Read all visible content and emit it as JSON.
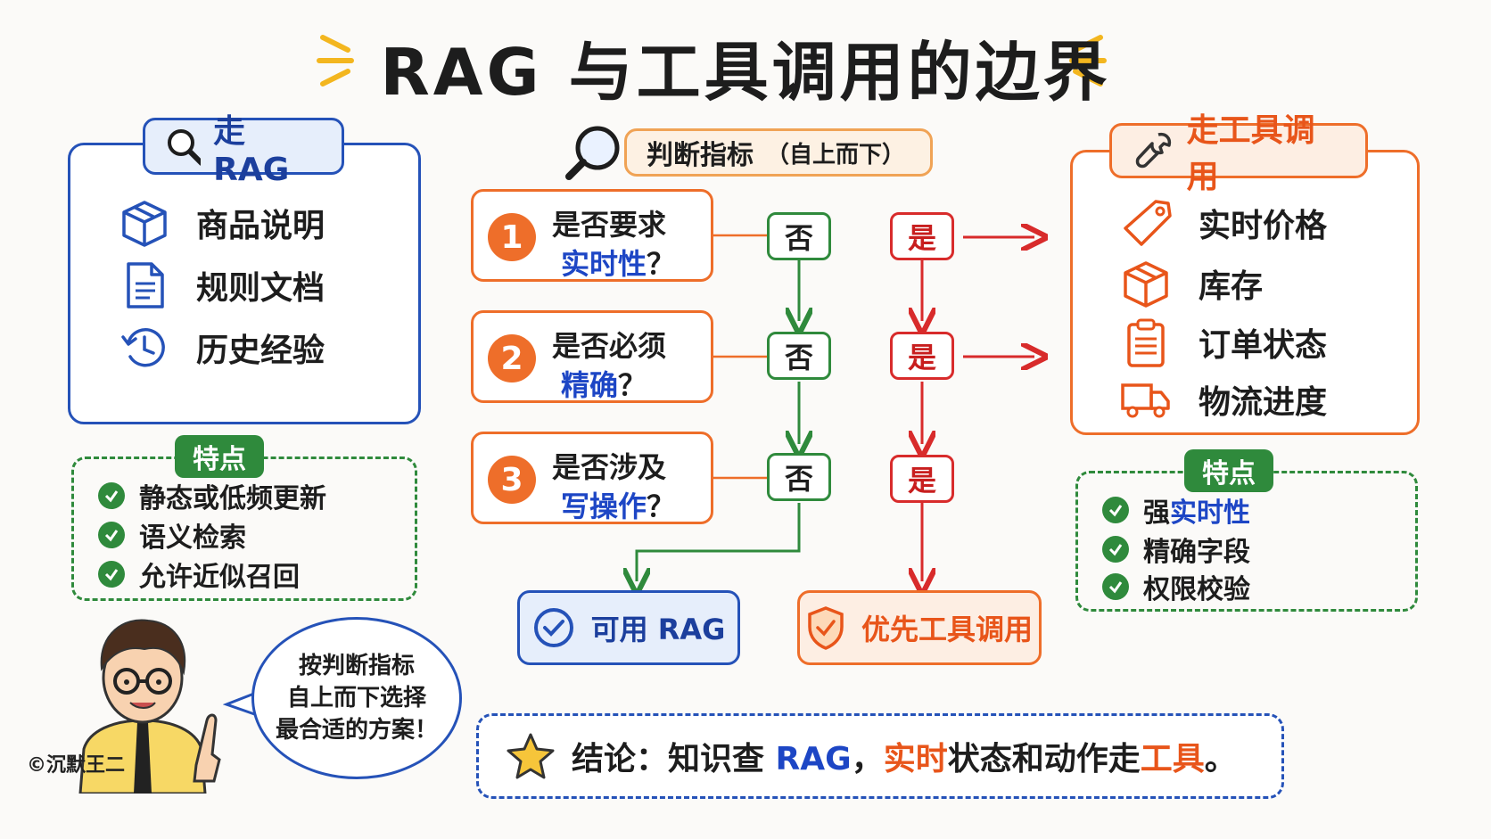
{
  "title": "RAG 与工具调用的边界",
  "left": {
    "header": "走 RAG",
    "items": [
      {
        "icon": "box-icon",
        "label": "商品说明"
      },
      {
        "icon": "document-icon",
        "label": "规则文档"
      },
      {
        "icon": "history-icon",
        "label": "历史经验"
      }
    ],
    "features_tag": "特点",
    "features": [
      "静态或低频更新",
      "语义检索",
      "允许近似召回"
    ]
  },
  "middle": {
    "header": "判断指标",
    "header_sub": "（自上而下）",
    "questions": [
      {
        "num": "1",
        "line1": "是否要求",
        "line2_hl": "实时性",
        "line2_end": "？"
      },
      {
        "num": "2",
        "line1": "是否必须",
        "line2_hl": "精确",
        "line2_end": "？"
      },
      {
        "num": "3",
        "line1": "是否涉及",
        "line2_hl": "写操作",
        "line2_end": "？"
      }
    ],
    "no_label": "否",
    "yes_label": "是",
    "result_rag": "可用 RAG",
    "result_tool": "优先工具调用"
  },
  "right": {
    "header": "走工具调用",
    "items": [
      {
        "icon": "price-tag-icon",
        "label": "实时价格"
      },
      {
        "icon": "box-icon",
        "label": "库存"
      },
      {
        "icon": "clipboard-icon",
        "label": "订单状态"
      },
      {
        "icon": "truck-icon",
        "label": "物流进度"
      }
    ],
    "features_tag": "特点",
    "features": [
      {
        "pre": "强",
        "hl": "实时性",
        "post": ""
      },
      {
        "pre": "精确字段",
        "hl": "",
        "post": ""
      },
      {
        "pre": "权限校验",
        "hl": "",
        "post": ""
      }
    ]
  },
  "bubble": {
    "lines": [
      "按判断指标",
      "自上而下选择",
      "最合适的方案！"
    ]
  },
  "conclusion": {
    "p1": "结论：知识查 ",
    "p2": "RAG",
    "p3": "，",
    "p4": "实时",
    "p5": "状态和动作走",
    "p6": "工具",
    "p7": "。"
  },
  "credit": "©沉默王二",
  "colors": {
    "blue": "#2552b8",
    "orange": "#ee6e2a",
    "green": "#2f8a3c",
    "red": "#d82b2b"
  }
}
